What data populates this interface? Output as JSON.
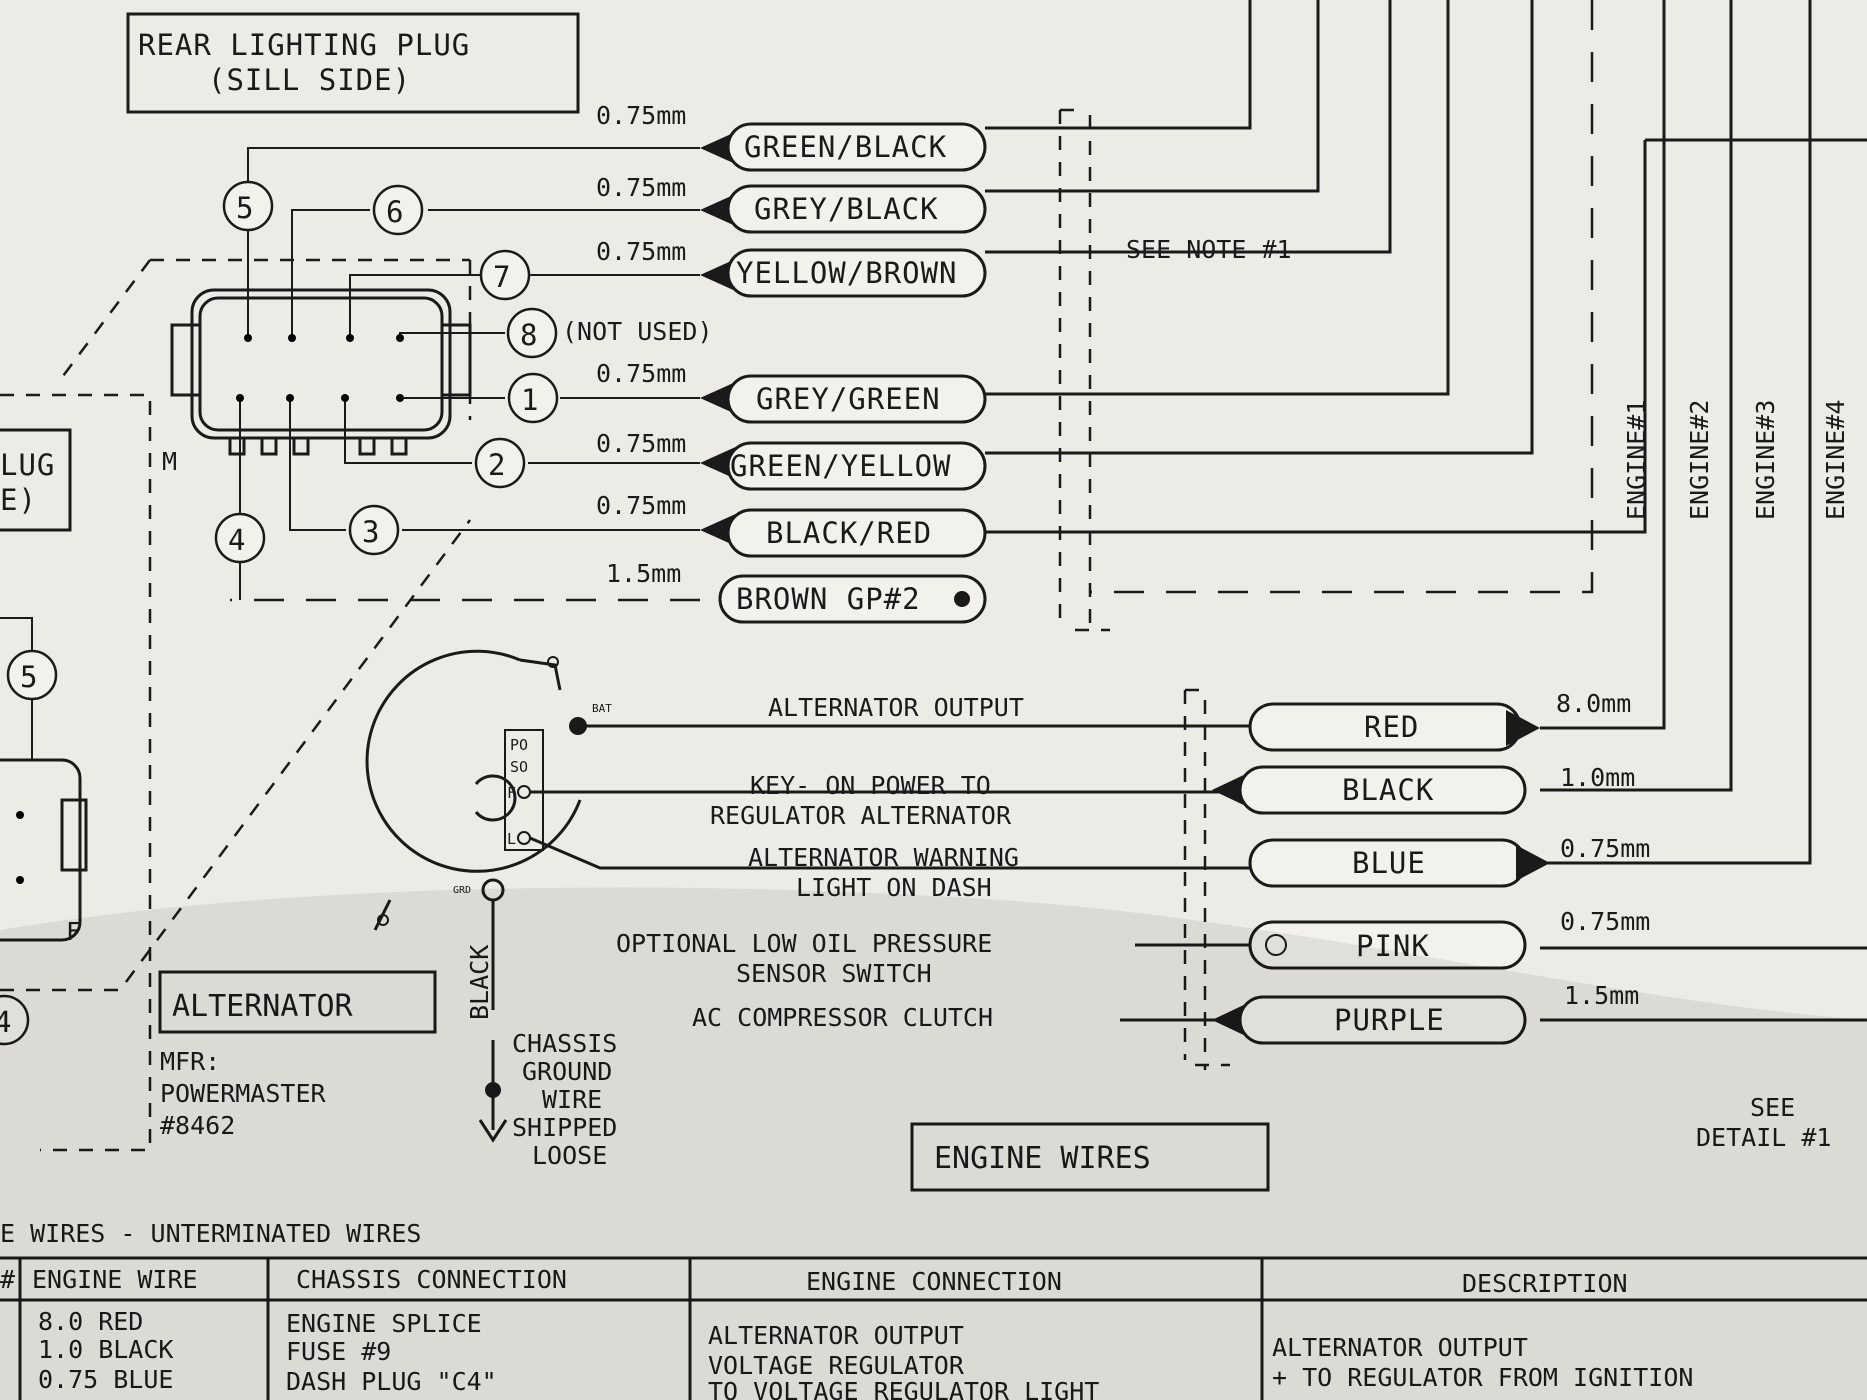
{
  "plug": {
    "title_line1": "REAR LIGHTING PLUG",
    "title_line2": "(SILL SIDE)",
    "wires": [
      {
        "size": "0.75mm",
        "color": "GREEN/BLACK",
        "pin": "5"
      },
      {
        "size": "0.75mm",
        "color": "GREY/BLACK",
        "pin": "6"
      },
      {
        "size": "0.75mm",
        "color": "YELLOW/BROWN",
        "pin": "7"
      },
      {
        "size": "0.75mm",
        "color": "GREY/GREEN",
        "pin": "1"
      },
      {
        "size": "0.75mm",
        "color": "GREEN/YELLOW",
        "pin": "2"
      },
      {
        "size": "0.75mm",
        "color": "BLACK/RED",
        "pin": "3"
      },
      {
        "size": "1.5mm",
        "color": "BROWN GP#2",
        "pin": "4"
      }
    ],
    "pin8": "8",
    "pin8_note": "(NOT USED)",
    "label_m": "M",
    "see_note": "SEE NOTE #1"
  },
  "left_plug": {
    "text_line1": "LUG",
    "text_line2": "E)",
    "pin5": "5",
    "pin4": "4",
    "label_f": "F"
  },
  "engines": [
    "ENGINE#1",
    "ENGINE#2",
    "ENGINE#3",
    "ENGINE#4"
  ],
  "alternator": {
    "terminals": {
      "bat": "BAT",
      "po": "PO",
      "so": "SO",
      "f": "F",
      "l": "L",
      "grd": "GRD"
    },
    "ground_label": "BLACK",
    "title": "ALTERNATOR",
    "mfr_line1": "MFR:",
    "mfr_line2": "POWERMASTER",
    "mfr_line3": "#8462",
    "chassis_ground": [
      "CHASSIS",
      "GROUND",
      "WIRE",
      "SHIPPED",
      "LOOSE"
    ]
  },
  "engine_wires": [
    {
      "desc1": "ALTERNATOR OUTPUT",
      "desc2": "",
      "color": "RED",
      "size": "8.0mm"
    },
    {
      "desc1": "KEY- ON POWER TO",
      "desc2": "REGULATOR ALTERNATOR",
      "color": "BLACK",
      "size": "1.0mm"
    },
    {
      "desc1": "ALTERNATOR WARNING",
      "desc2": "LIGHT ON DASH",
      "color": "BLUE",
      "size": "0.75mm"
    },
    {
      "desc1": "OPTIONAL LOW OIL PRESSURE",
      "desc2": "SENSOR SWITCH",
      "color": "PINK",
      "size": "0.75mm"
    },
    {
      "desc1": "AC COMPRESSOR CLUTCH",
      "desc2": "",
      "color": "PURPLE",
      "size": "1.5mm"
    }
  ],
  "engine_wires_title": "ENGINE WIRES",
  "see_detail_line1": "SEE",
  "see_detail_line2": "DETAIL #1",
  "table": {
    "caption": "E WIRES - UNTERMINATED WIRES",
    "headers": [
      "#",
      "ENGINE WIRE",
      "CHASSIS CONNECTION",
      "ENGINE CONNECTION",
      "DESCRIPTION"
    ],
    "rows": [
      [
        "8.0 RED",
        "ENGINE SPLICE",
        "ALTERNATOR OUTPUT",
        "ALTERNATOR OUTPUT"
      ],
      [
        "1.0 BLACK",
        "FUSE #9",
        "VOLTAGE REGULATOR",
        "+ TO REGULATOR FROM IGNITION"
      ],
      [
        "0.75 BLUE",
        "DASH PLUG \"C4\"",
        "TO VOLTAGE REGULATOR LIGHT",
        ""
      ]
    ]
  }
}
